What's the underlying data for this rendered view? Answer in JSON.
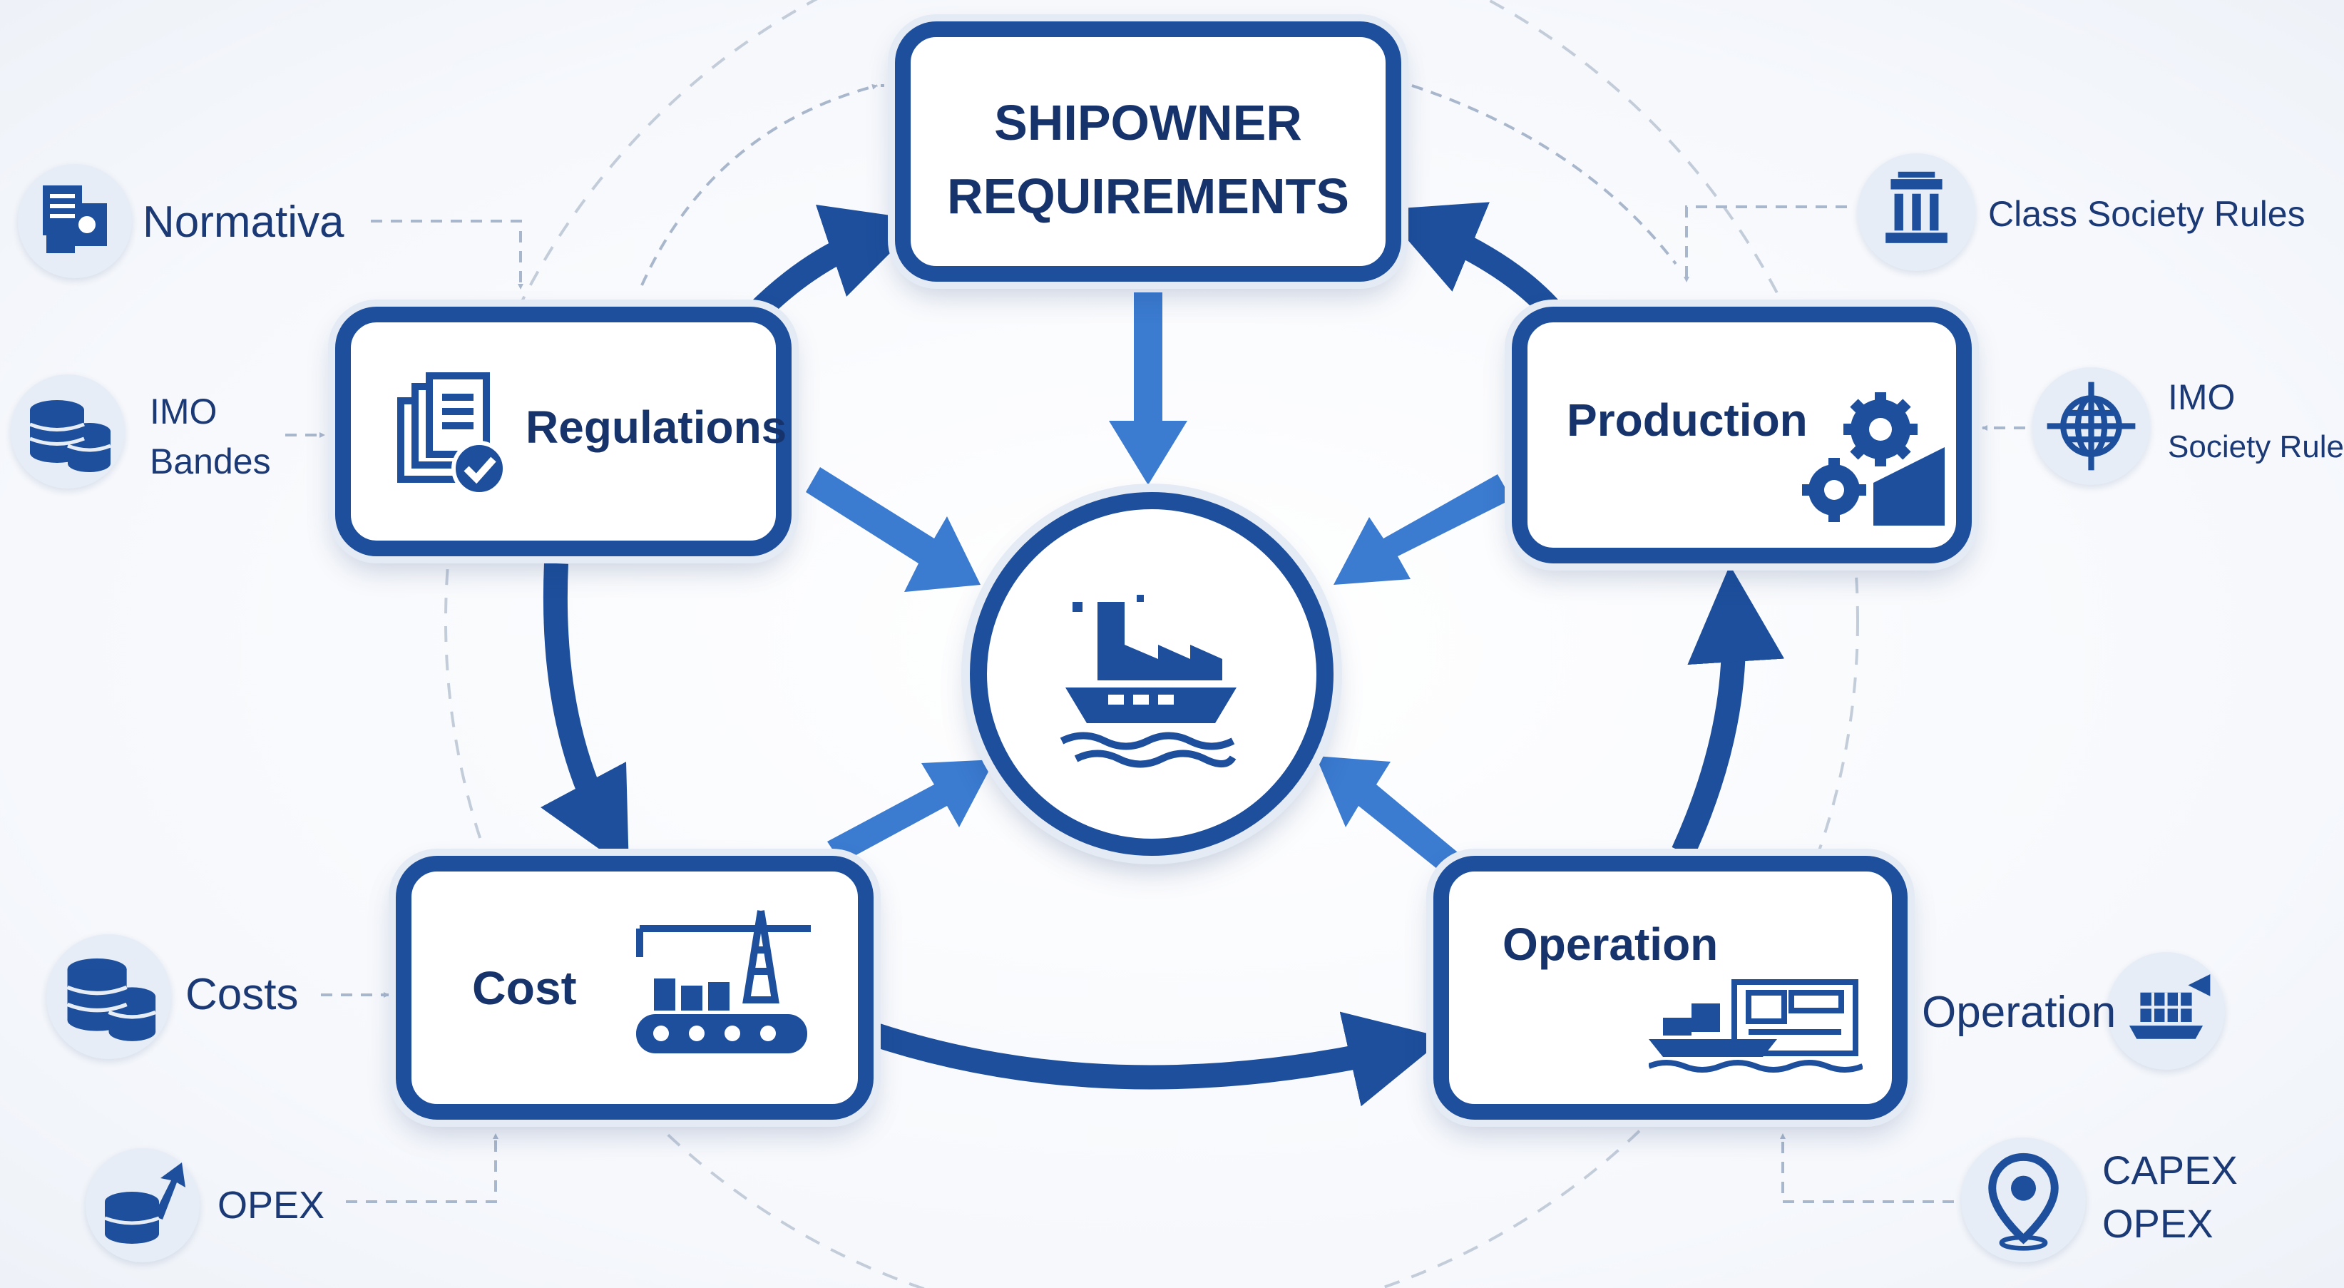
{
  "colors": {
    "primary": "#1d4f9c",
    "arrow_light": "#3b7bd0",
    "text": "#17336b",
    "dashed": "#b8c4d6"
  },
  "nodes": {
    "shipowner": {
      "line1": "SHIPOWNER",
      "line2": "REQUIREMENTS"
    },
    "regulations": {
      "label": "Regulations",
      "icon": "documents-check-icon"
    },
    "production": {
      "label": "Production",
      "icon": "gears-factory-icon"
    },
    "cost": {
      "label": "Cost",
      "icon": "crane-conveyor-icon"
    },
    "operation": {
      "label": "Operation",
      "icon": "ship-control-icon"
    },
    "center": {
      "icon": "ship-factory-icon"
    }
  },
  "side_inputs": {
    "normativa": {
      "label": "Normativa",
      "icon": "documents-icon"
    },
    "imo_bandes": {
      "line1": "IMO",
      "line2": "Bandes",
      "icon": "coin-stack-icon"
    },
    "costs": {
      "label": "Costs",
      "icon": "coin-stack-icon"
    },
    "opex_left": {
      "label": "OPEX",
      "icon": "coins-arrow-icon"
    },
    "class_society": {
      "label": "Class Society Rules",
      "icon": "building-icon"
    },
    "imo_society": {
      "line1": "IMO",
      "line2": "Society Rules",
      "icon": "globe-crosshair-icon"
    },
    "operation_right": {
      "label": "Operation",
      "icon": "container-ship-icon"
    },
    "capex_opex": {
      "line1": "CAPEX",
      "line2": "OPEX",
      "icon": "location-pin-icon"
    }
  }
}
